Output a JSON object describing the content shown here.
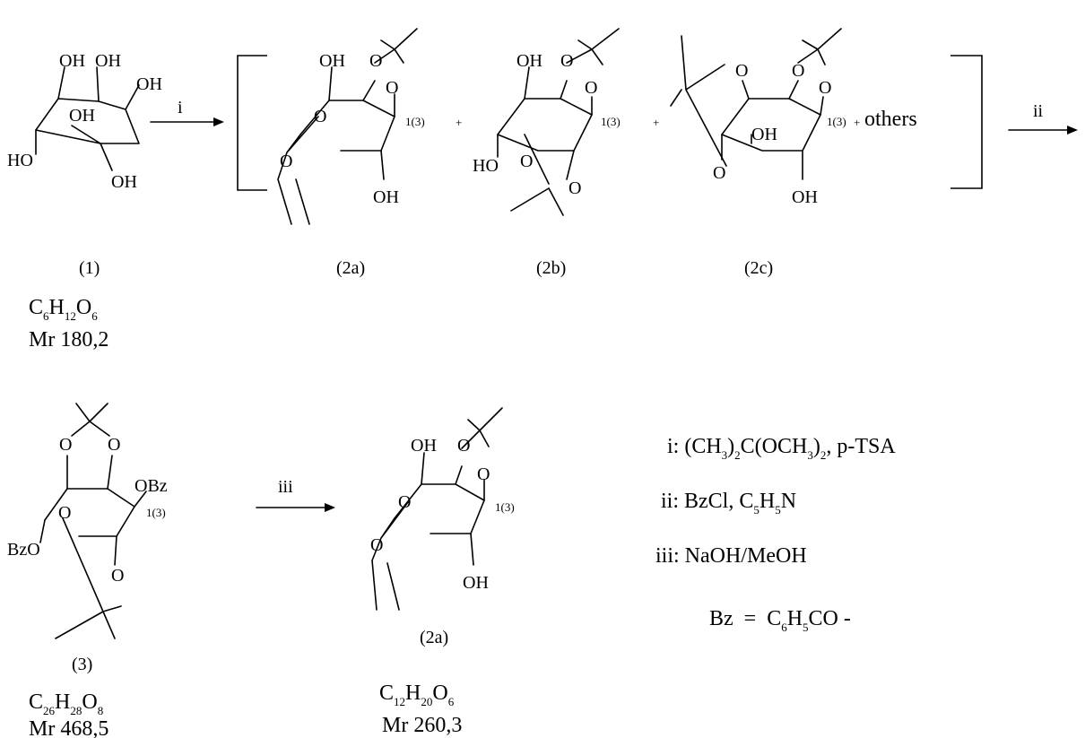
{
  "compounds": {
    "c1": {
      "label": "(1)",
      "formula": [
        "C",
        "6",
        "H",
        "12",
        "O",
        "6"
      ],
      "mr": "Mr 180,2",
      "groups": {
        "oh_a": "OH",
        "oh_b": "OH",
        "oh_c": "OH",
        "oh_d": "OH",
        "ho_e": "HO",
        "oh_f": "OH"
      }
    },
    "c2a": {
      "label": "(2a)",
      "groups": {
        "oh_top": "OH",
        "o_r1": "O",
        "o_r2": "O",
        "o_l1": "O",
        "o_l2": "O",
        "pos": "1(3)",
        "oh_bottom": "OH"
      }
    },
    "c2b": {
      "label": "(2b)",
      "groups": {
        "oh_top": "OH",
        "o_r1": "O",
        "o_r2": "O",
        "pos": "1(3)",
        "ho_left": "HO",
        "o_b1": "O",
        "o_b2": "O"
      }
    },
    "c2c": {
      "label": "(2c)",
      "groups": {
        "o_top1": "O",
        "o_top2": "O",
        "o_r": "O",
        "oh_mid": "OH",
        "pos": "1(3)",
        "o_l": "O",
        "oh_bottom": "OH"
      }
    },
    "c3": {
      "label": "(3)",
      "formula": [
        "C",
        "26",
        "H",
        "28",
        "O",
        "8"
      ],
      "mr": "Mr 468,5",
      "groups": {
        "o_t1": "O",
        "o_t2": "O",
        "obz": "OBz",
        "pos": "1(3)",
        "o_mid": "O",
        "bzo": "BzO",
        "o_bot": "O"
      }
    },
    "c2a_final": {
      "label": "(2a)",
      "formula": [
        "C",
        "12",
        "H",
        "20",
        "O",
        "6"
      ],
      "mr": "Mr 260,3",
      "groups": {
        "oh_top": "OH",
        "o_r1": "O",
        "o_r2": "O",
        "o_l1": "O",
        "o_l2": "O",
        "pos": "1(3)",
        "oh_bottom": "OH"
      }
    }
  },
  "arrows": {
    "step1": "i",
    "step2": "ii",
    "step3": "iii"
  },
  "plus": "+",
  "others": "others",
  "reagents": {
    "i": [
      "i: (CH",
      "3",
      ")",
      "2",
      "C(OCH",
      "3",
      ")",
      "2",
      ", p-TSA"
    ],
    "ii": [
      "ii: BzCl, C",
      "5",
      "H",
      "5",
      "N"
    ],
    "iii": [
      "iii: NaOH/MeOH"
    ],
    "bz": [
      "Bz  =  C",
      "6",
      "H",
      "5",
      "CO -"
    ]
  }
}
